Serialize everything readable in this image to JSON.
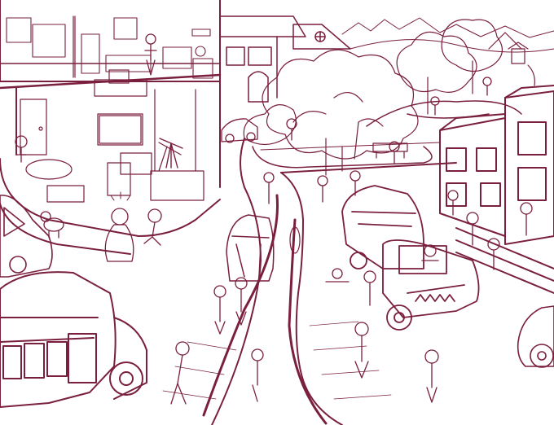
{
  "illustration": {
    "style": "line-art coloring page",
    "colors": {
      "ink": "#7a1f3d",
      "paper": "#ffffff"
    },
    "elements": [
      "house-cutaway",
      "townhouses",
      "park-trees",
      "school-building",
      "school-bus-right",
      "school-bus-bottom-left",
      "car-left",
      "car-right",
      "trolley",
      "road",
      "sidewalks",
      "children",
      "grandmother",
      "dog",
      "telescope",
      "tv",
      "sofa"
    ]
  }
}
